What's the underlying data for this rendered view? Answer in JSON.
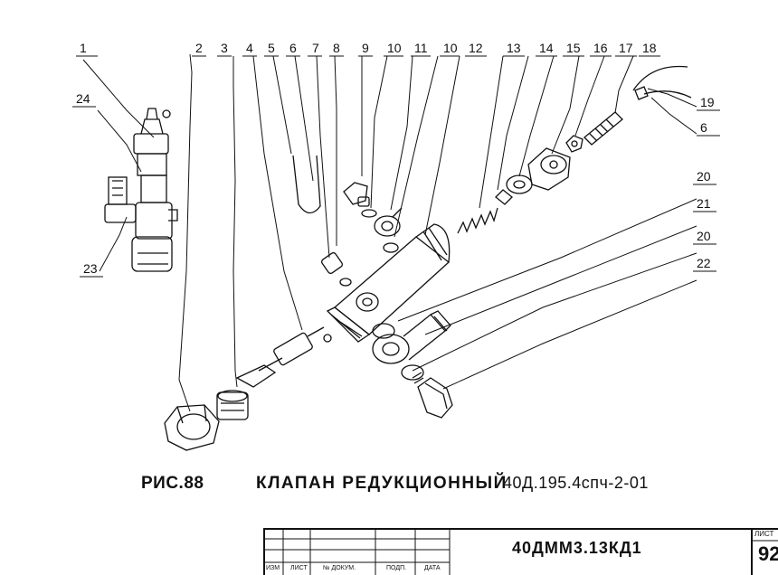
{
  "callouts": [
    "1",
    "2",
    "3",
    "4",
    "5",
    "6",
    "7",
    "8",
    "9",
    "10",
    "11",
    "10",
    "12",
    "13",
    "14",
    "15",
    "16",
    "17",
    "18",
    "19",
    "6",
    "20",
    "21",
    "20",
    "22",
    "24",
    "23"
  ],
  "caption": {
    "figure": "РИС.88",
    "title": "КЛАПАН РЕДУКЦИОННЫЙ",
    "code": "40Д.195.4спч-2-01"
  },
  "title_block": {
    "col_labels": [
      "ИЗМ",
      "ЛИСТ",
      "№ ДОКУМ.",
      "ПОДП.",
      "ДАТА"
    ],
    "document": "40ДММ3.13КД1",
    "sheet_label": "ЛИСТ",
    "sheet_number": "92"
  }
}
